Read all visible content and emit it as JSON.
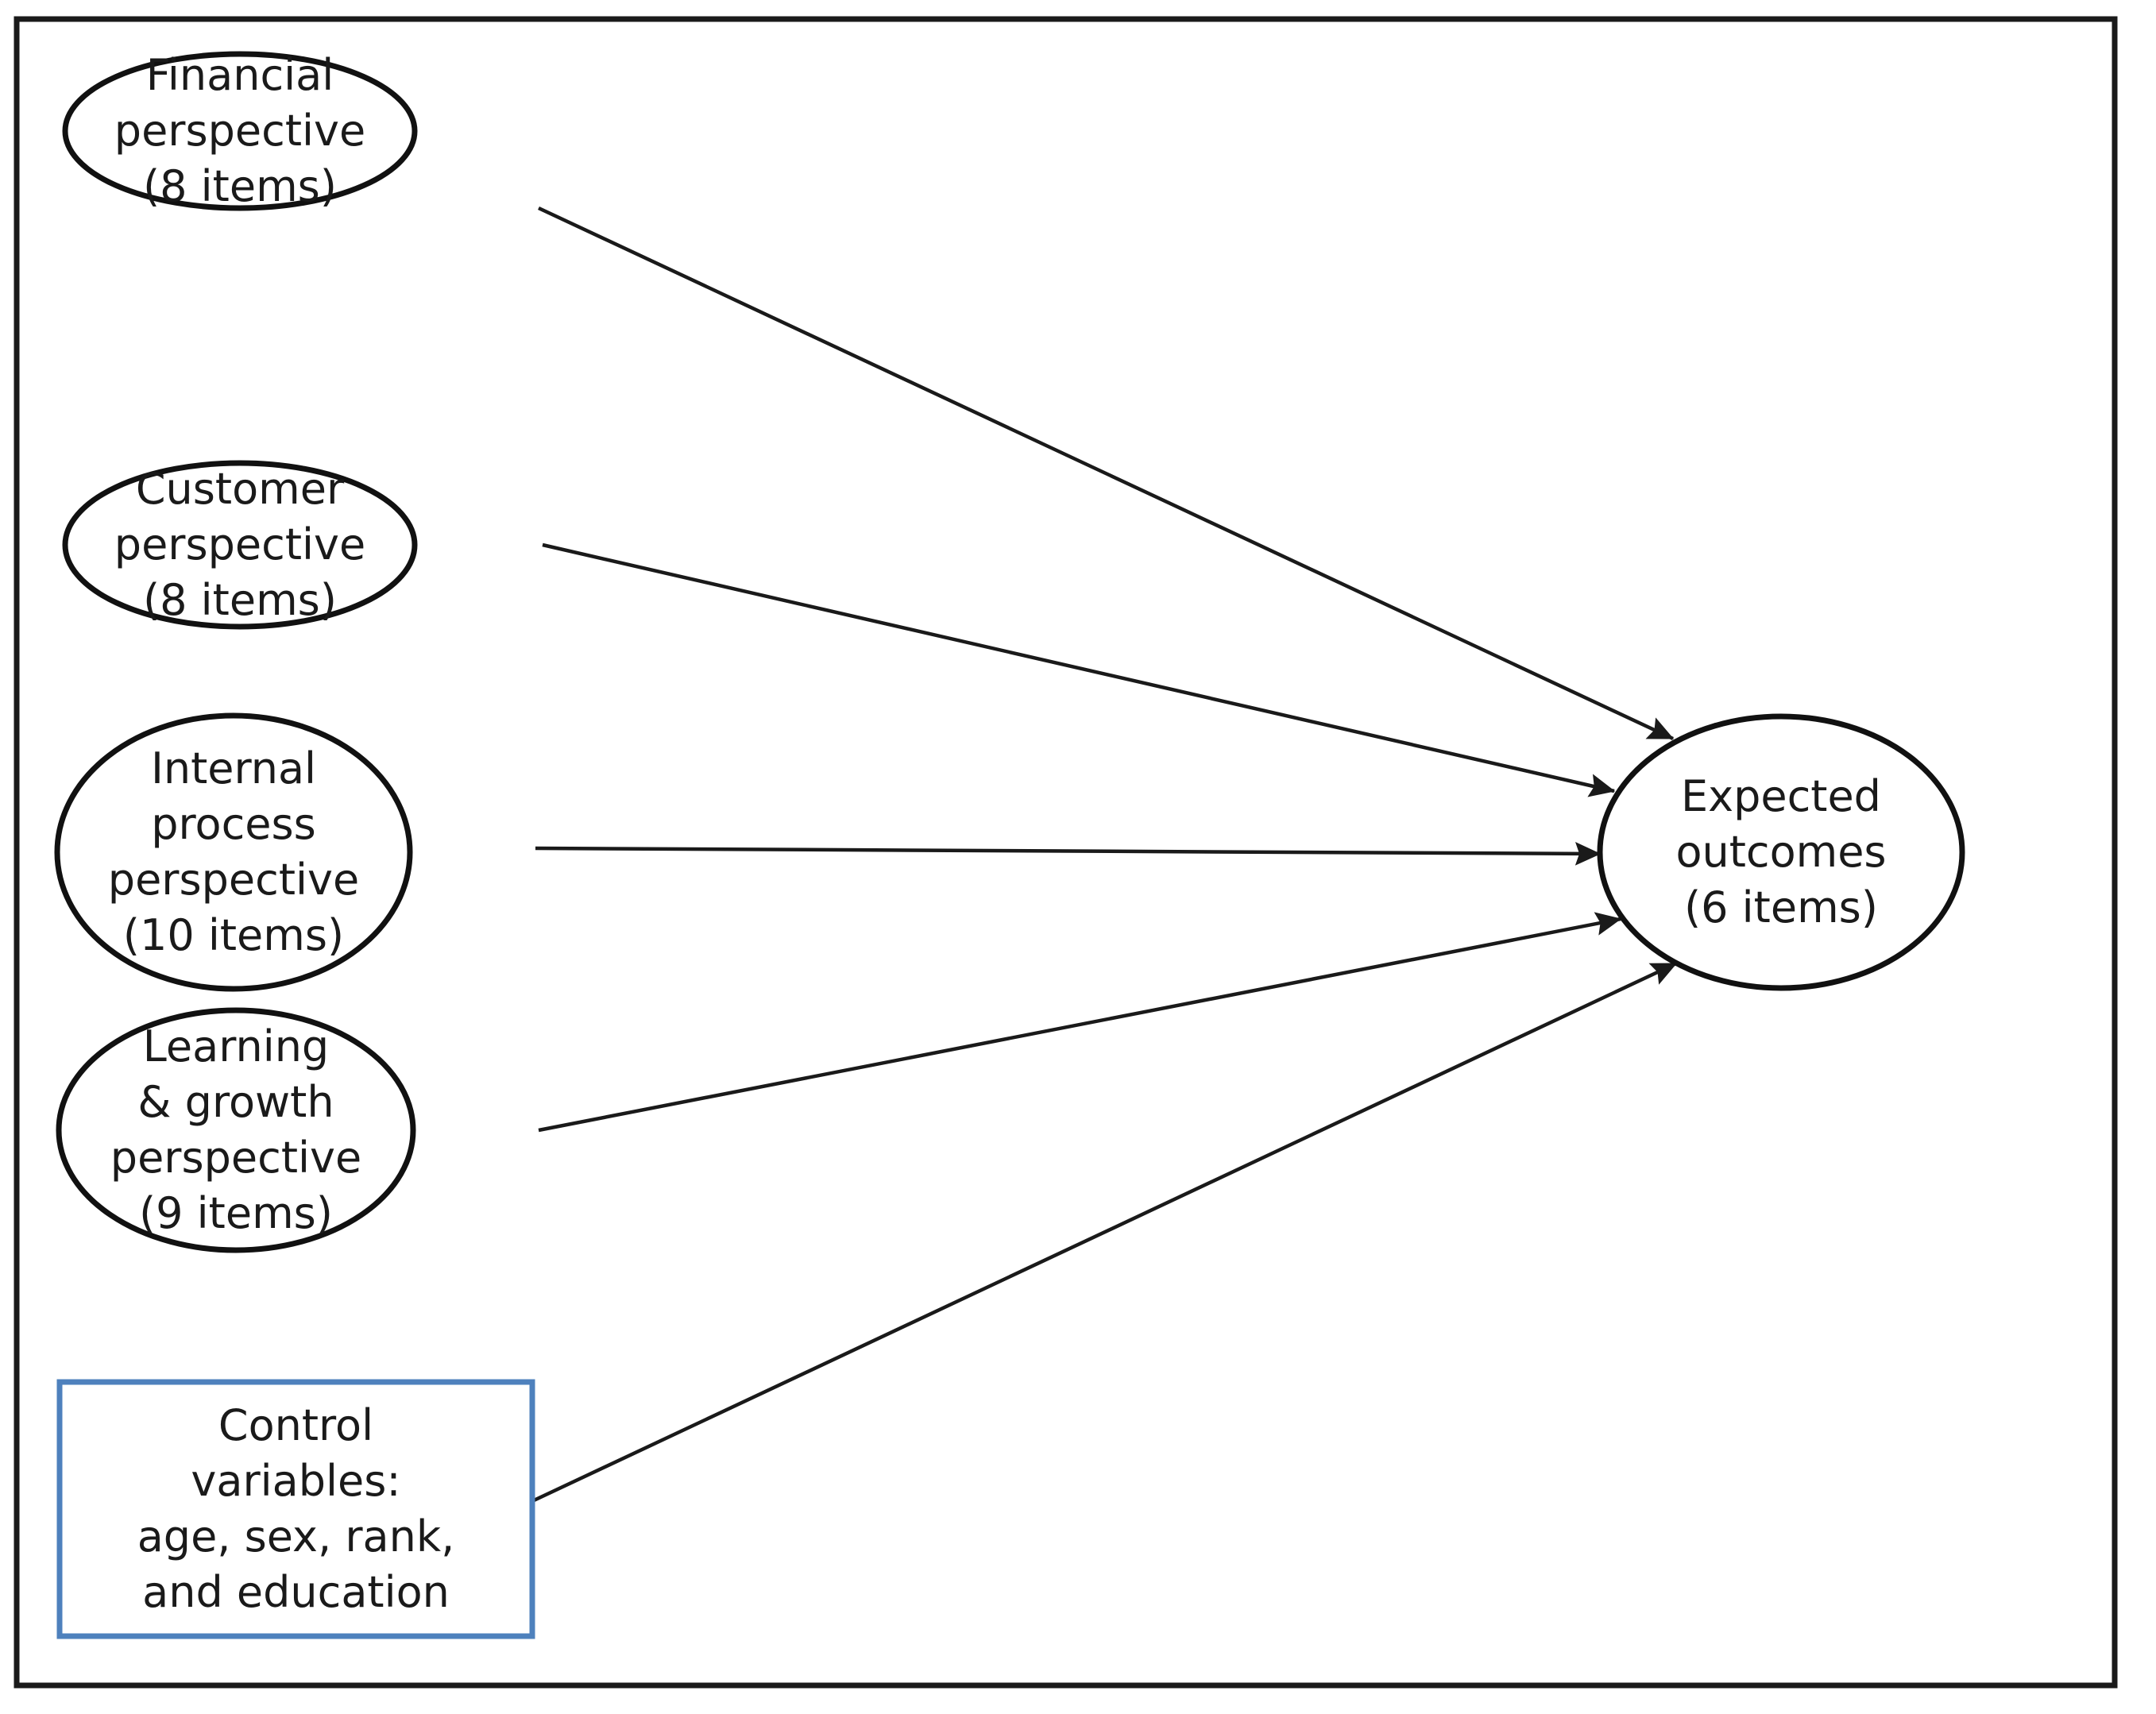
{
  "figure": {
    "type": "conceptual-path-diagram",
    "frame": {
      "border_color": "#1a1a1a",
      "background": "#ffffff"
    },
    "palette": {
      "node_stroke": "#111111",
      "control_box_stroke": "#4e81bd",
      "arrow_color": "#1a1a1a",
      "text_color": "#1a1a1a"
    }
  },
  "nodes": {
    "financial": {
      "shape": "ellipse",
      "lines": [
        "Financial",
        "perspective",
        "(8 items)"
      ],
      "items": 8
    },
    "customer": {
      "shape": "ellipse",
      "lines": [
        "Customer",
        "perspective",
        "(8 items)"
      ],
      "items": 8
    },
    "internal_process": {
      "shape": "ellipse",
      "lines": [
        "Internal",
        "process",
        "perspective",
        "(10 items)"
      ],
      "items": 10
    },
    "learning_growth": {
      "shape": "ellipse",
      "lines": [
        "Learning",
        "& growth",
        "perspective",
        "(9 items)"
      ],
      "items": 9
    },
    "control_variables": {
      "shape": "rectangle",
      "lines": [
        "Control",
        "variables:",
        "age, sex, rank,",
        "and education"
      ],
      "variables": [
        "age",
        "sex",
        "rank",
        "education"
      ]
    },
    "expected_outcomes": {
      "shape": "ellipse",
      "lines": [
        "Expected",
        "outcomes",
        "(6 items)"
      ],
      "items": 6
    }
  },
  "edges": [
    {
      "from": "financial",
      "to": "expected_outcomes",
      "style": "solid-arrow"
    },
    {
      "from": "customer",
      "to": "expected_outcomes",
      "style": "solid-arrow"
    },
    {
      "from": "internal_process",
      "to": "expected_outcomes",
      "style": "solid-arrow"
    },
    {
      "from": "learning_growth",
      "to": "expected_outcomes",
      "style": "solid-arrow"
    },
    {
      "from": "control_variables",
      "to": "expected_outcomes",
      "style": "solid-arrow"
    }
  ]
}
